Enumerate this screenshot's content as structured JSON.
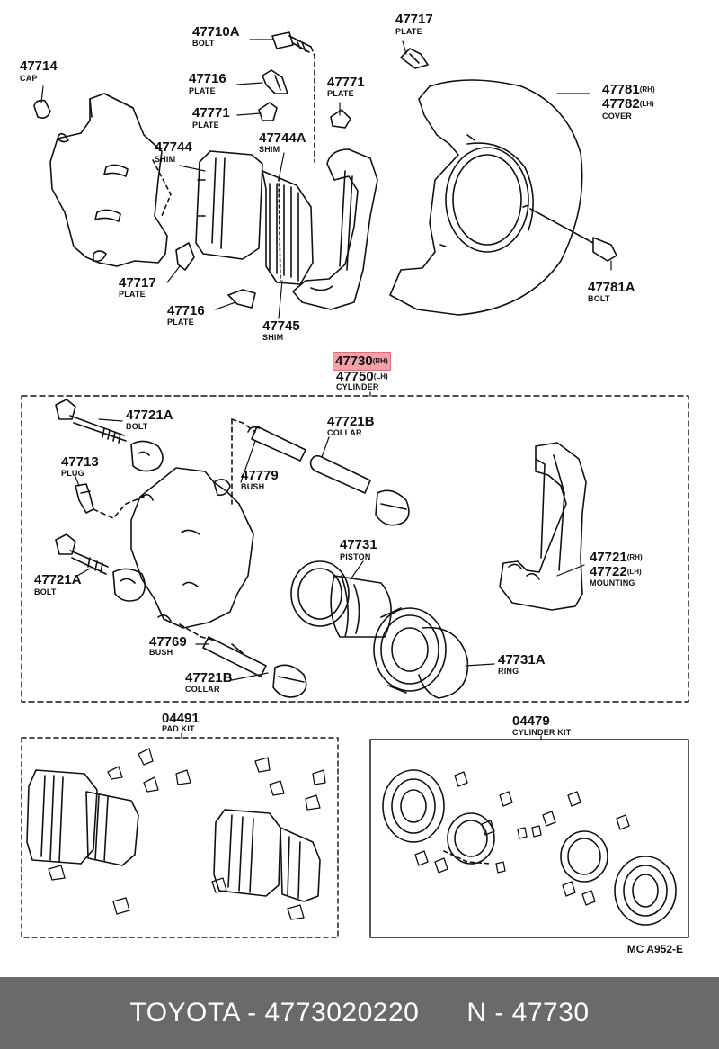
{
  "parts": {
    "p47710A": {
      "number": "47710A",
      "name": "BOLT"
    },
    "p47717a": {
      "number": "47717",
      "name": "PLATE"
    },
    "p47714": {
      "number": "47714",
      "name": "CAP"
    },
    "p47716a": {
      "number": "47716",
      "name": "PLATE"
    },
    "p47771a": {
      "number": "47771",
      "name": "PLATE"
    },
    "p47771b": {
      "number": "47771",
      "name": "PLATE"
    },
    "p47781": {
      "number": "47781",
      "suffix": "(RH)"
    },
    "p47782": {
      "number": "47782",
      "suffix": "(LH)",
      "name": "COVER"
    },
    "p47744": {
      "number": "47744",
      "name": "SHIM"
    },
    "p47744A": {
      "number": "47744A",
      "name": "SHIM"
    },
    "p47717b": {
      "number": "47717",
      "name": "PLATE"
    },
    "p47716b": {
      "number": "47716",
      "name": "PLATE"
    },
    "p47745": {
      "number": "47745",
      "name": "SHIM"
    },
    "p47781A": {
      "number": "47781A",
      "name": "BOLT"
    },
    "p47730": {
      "number": "47730",
      "suffix": "(RH)"
    },
    "p47750": {
      "number": "47750",
      "suffix": "(LH)",
      "name": "CYLINDER"
    },
    "p47721A1": {
      "number": "47721A",
      "name": "BOLT"
    },
    "p47721B1": {
      "number": "47721B",
      "name": "COLLAR"
    },
    "p47713": {
      "number": "47713",
      "name": "PLUG"
    },
    "p47779": {
      "number": "47779",
      "name": "BUSH"
    },
    "p47721": {
      "number": "47721",
      "suffix": "(RH)"
    },
    "p47722": {
      "number": "47722",
      "suffix": "(LH)",
      "name": "MOUNTING"
    },
    "p47731": {
      "number": "47731",
      "name": "PISTON"
    },
    "p47721A2": {
      "number": "47721A",
      "name": "BOLT"
    },
    "p47769": {
      "number": "47769",
      "name": "BUSH"
    },
    "p47731A": {
      "number": "47731A",
      "name": "RING"
    },
    "p47721B2": {
      "number": "47721B",
      "name": "COLLAR"
    },
    "p04491": {
      "number": "04491",
      "name": "PAD KIT"
    },
    "p04479": {
      "number": "04479",
      "name": "CYLINDER KIT"
    }
  },
  "diagram_ref": "MC A952-E",
  "footer": {
    "text": "TOYOTA - 4773020220      N - 47730"
  },
  "colors": {
    "line": "#111111",
    "highlight": "#f4a0a6",
    "footer_bg": "#6a6a6a",
    "footer_text": "#ffffff"
  }
}
